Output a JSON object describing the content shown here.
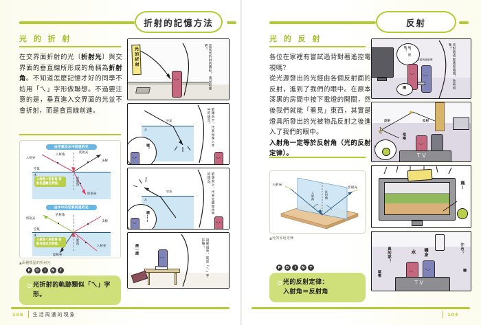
{
  "spread": {
    "left_page": {
      "page_number": "105",
      "footer_text": "生活周遭的現象",
      "chapter_title": "折射的記憶方法",
      "section_heading": "光 的 折 射",
      "body_text": "在交界面折射的光〔折射光〕與交界面的垂直線所形成的角稱為折射角。不知道怎麼記憶才好的同學不妨用「ㄟ」字形做聯想。不過要注意的是，垂直進入交界面的光並不會折射，而是會直線前進。",
      "figure": {
        "caption": "▲兩種類型的折射光",
        "sub1": {
          "title": "由空氣向水中前進的光",
          "labels": {
            "incident_ray": "入射光",
            "incident_angle": "入射角",
            "reflected_ray": "反射光",
            "normal": "法線",
            "air": "空氣",
            "water": "水",
            "refract_angle": "折射角",
            "refracted_ray": "折射光"
          },
          "callout": "入射角＞折射角 折射光遠離交界面。"
        },
        "sub2": {
          "title": "由水中向空氣前進的光",
          "labels": {
            "refracted_ray": "折射光",
            "refract_angle": "折射角",
            "normal": "法線",
            "air": "空氣",
            "water": "水",
            "incident_angle": "入射角",
            "incident_ray": "入射光",
            "reflected_ray": "反射光"
          },
          "callout": "入射角＜折射角 折射光接近交界面。"
        }
      },
      "point": {
        "badges": [
          "P",
          "O",
          "I",
          "N",
          "T"
        ],
        "lines": [
          "光折射的軌跡類似「ㄟ」字形。"
        ]
      },
      "comic": {
        "panels": [
          {
            "title_card": "光的折射",
            "dialogue": "這是光折射的圖形，請記起來吧！",
            "sfx": ""
          },
          {
            "dialogue": "箭頭向下，代表光進入水中的情況。",
            "sfx": "嗯。",
            "labels": {
              "air": "空氣",
              "water": "水"
            }
          },
          {
            "dialogue": "箭頭向上，代表光離開水中的情況。",
            "sfx": "嗯……",
            "labels": {
              "air": "空氣",
              "water": "水"
            }
          },
          {
            "dialogue": "說來說去，就是「ㄟ」字形嘛！",
            "sfx": "磨一磨"
          }
        ]
      }
    },
    "right_page": {
      "page_number": "104",
      "chapter_title": "反射",
      "section_heading": "光 的 反 射",
      "body_text": "各位在家裡有嘗試過背對著遙控電視嗎？\n從光源發出的光經由各個反射面的反射，進到了我們的眼中。在原本漆黑的房間中按下電燈的開關，然後我們就能「看見」東西，其實是燈具所發出的光被物品反射之後進入了我們的眼中。\n入射角一定等於反射角（光的反射定律）。",
      "figure": {
        "caption": "▲光的反射定律",
        "labels": {
          "incident_ray": "入射光",
          "incident_angle": "入射角",
          "reflect_angle": "反射角",
          "reflected_ray": "反射光"
        }
      },
      "point": {
        "badges": [
          "P",
          "O",
          "I",
          "N",
          "T"
        ],
        "lines": [
          "光的反射定律：",
          "入射角＝反射角"
        ]
      },
      "comic": {
        "panels": [
          {
            "dialogue_right": "背對著也能遙控電視，你知道嗎？",
            "dialogue_left": "咦，是嗎？",
            "note": "右邊的紙板等",
            "sfx": "嗶"
          },
          {
            "labels": {
              "reflect": "反射",
              "reflect2": "反射",
              "light": "光"
            },
            "sfx": "喀嚓",
            "tv_label": "TV"
          },
          {
            "dialogue_left": "痛—"
          },
          {
            "dialogue_left": "真的耶！",
            "dialogue_right": "你看？",
            "sfx_left": "喀嚓",
            "sfx_right": "轉",
            "tv_label": "TV"
          }
        ]
      }
    },
    "colors": {
      "accent_green": "#b3cc33",
      "point_green": "#cfe07b",
      "callout_green": "#b9cf4a",
      "heading_green": "#a4bf2e",
      "water_blue": "#cfe6f5",
      "pill_blue": "#6bb6e0",
      "char_red": "#c4677f",
      "char_blue": "#7f84b8",
      "paper_cream": "#fbfbee"
    }
  }
}
